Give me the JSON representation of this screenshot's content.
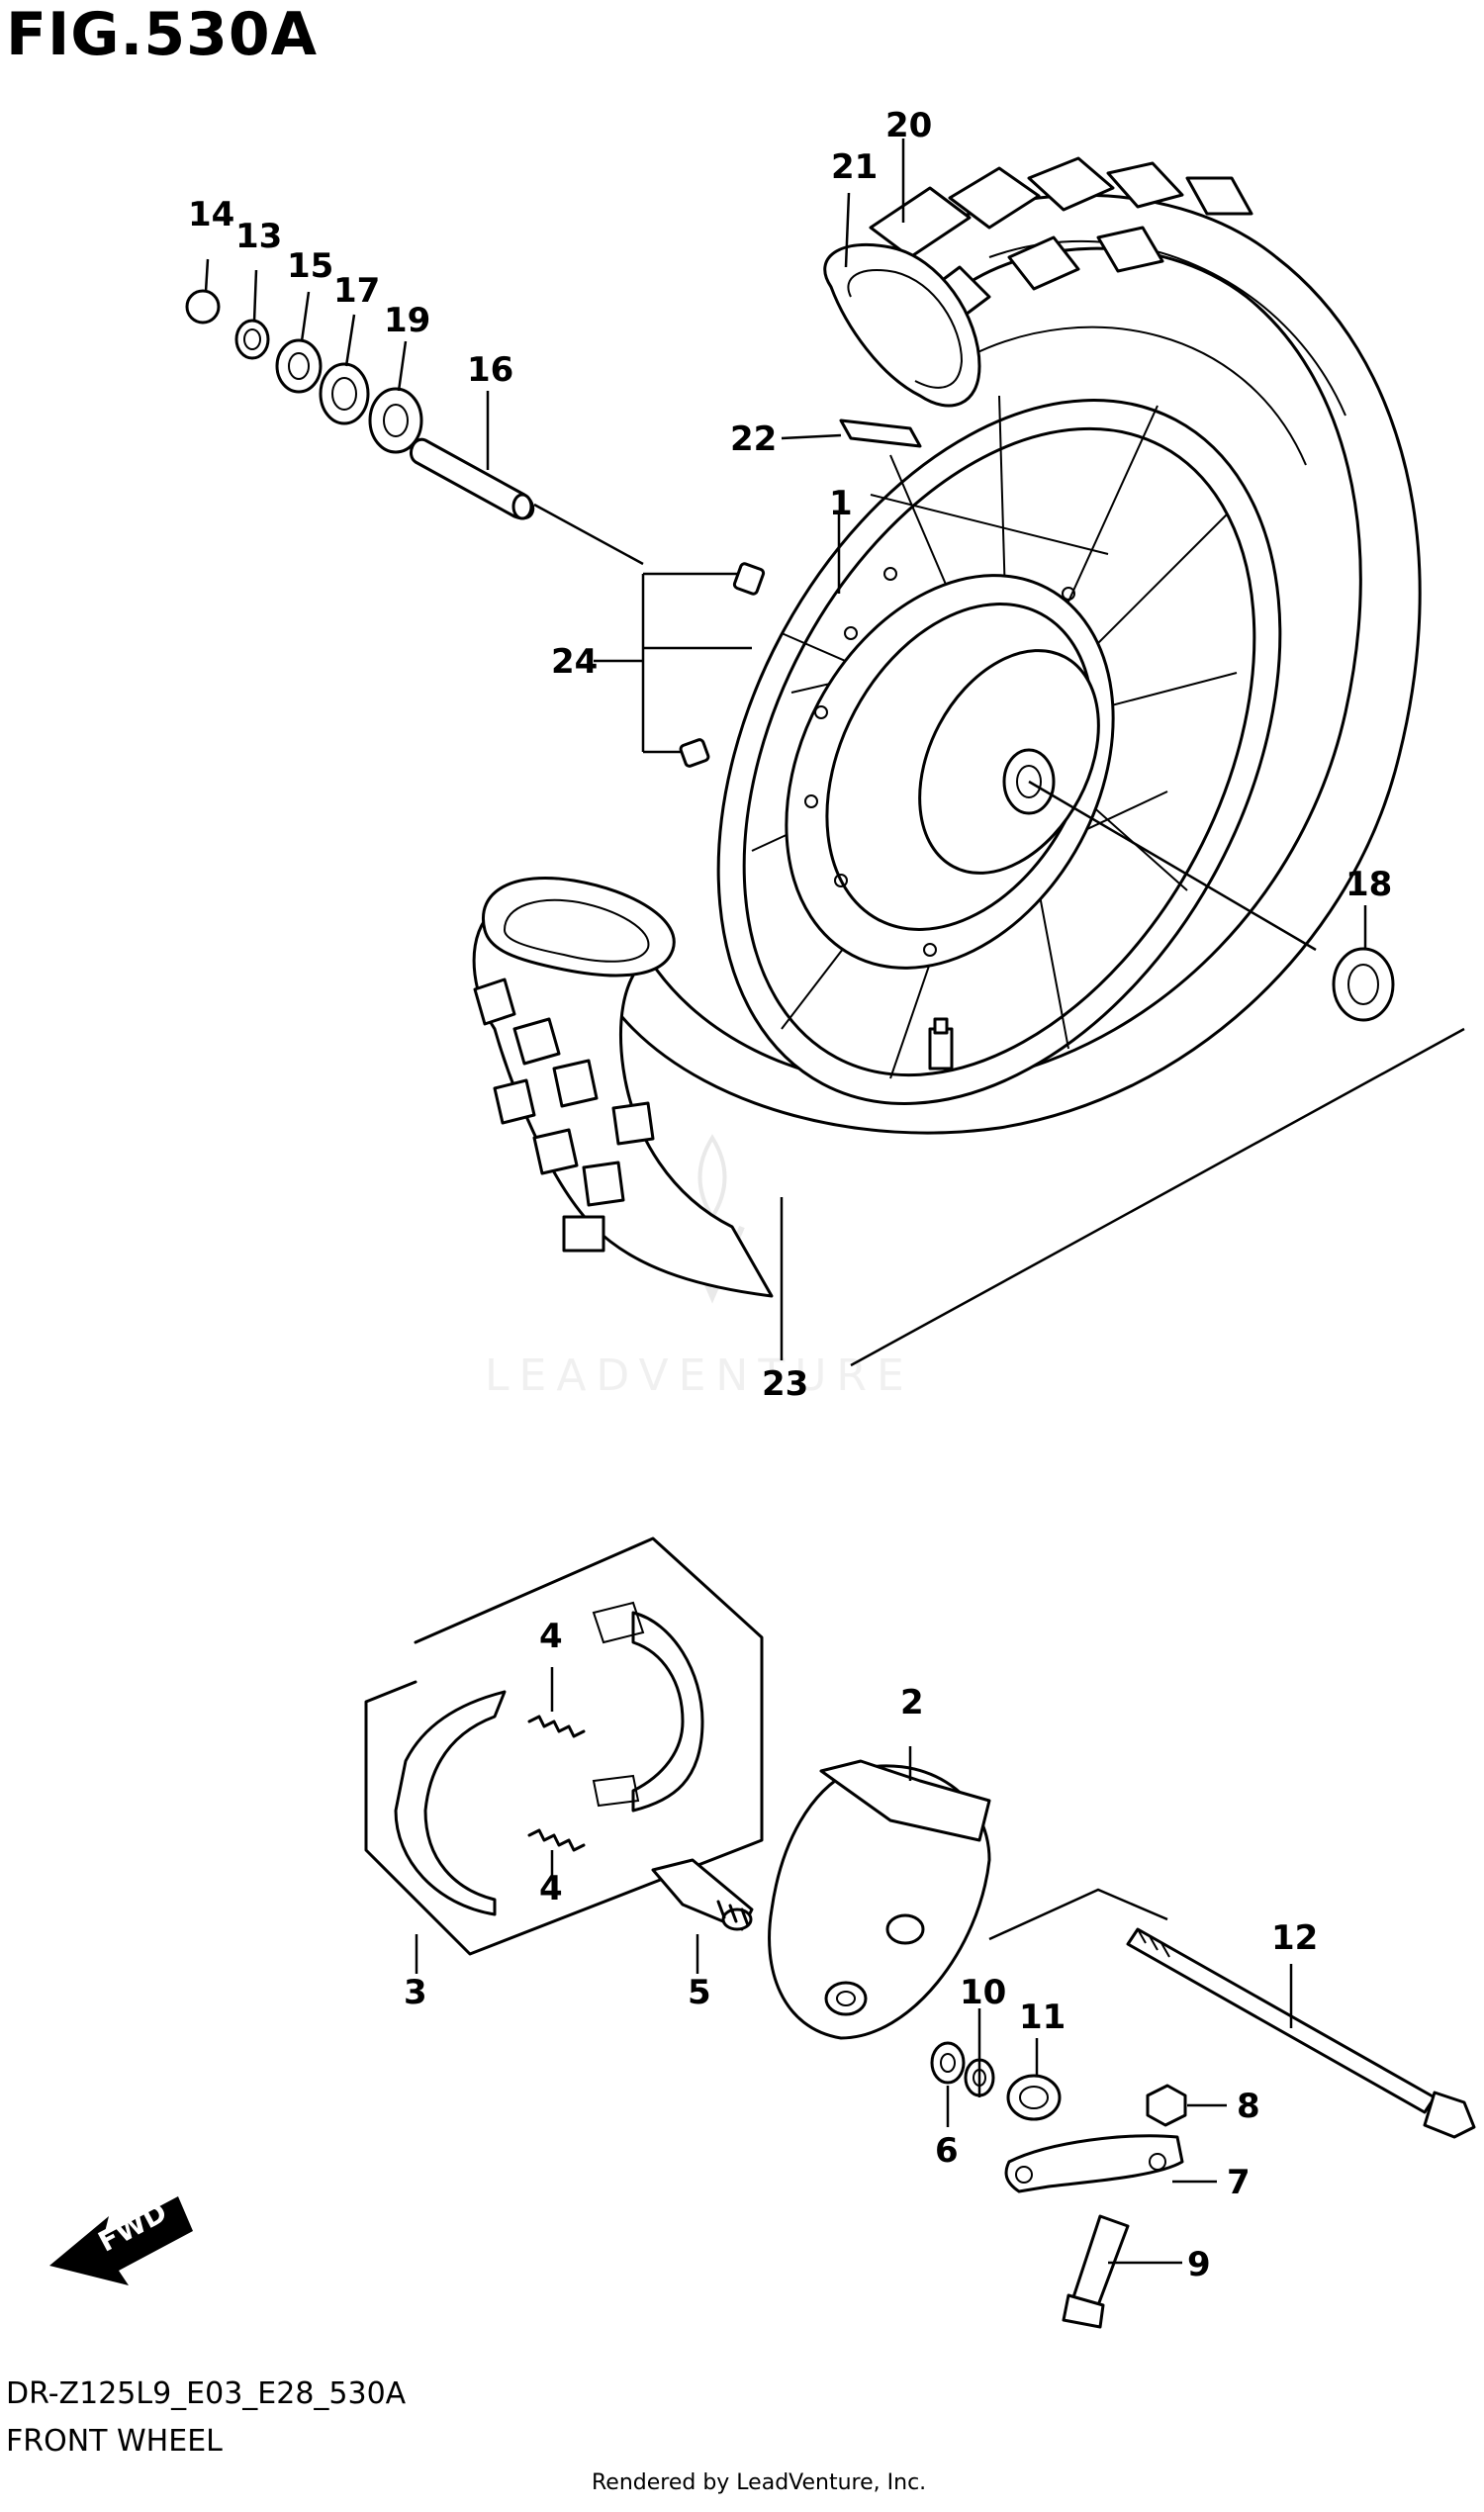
{
  "figure": {
    "title": "FIG.530A",
    "model_code": "DR-Z125L9_E03_E28_530A",
    "section_name": "FRONT WHEEL",
    "render_credit": "Rendered by LeadVenture, Inc.",
    "watermark": "LEADVENTURE",
    "fwd_label": "FWD"
  },
  "callouts": {
    "c1": "1",
    "c2": "2",
    "c3": "3",
    "c4a": "4",
    "c4b": "4",
    "c5": "5",
    "c6": "6",
    "c7": "7",
    "c8": "8",
    "c9": "9",
    "c10": "10",
    "c11": "11",
    "c12": "12",
    "c13": "13",
    "c14": "14",
    "c15": "15",
    "c16": "16",
    "c17": "17",
    "c18": "18",
    "c19": "19",
    "c20": "20",
    "c21": "21",
    "c22": "22",
    "c23": "23",
    "c24": "24"
  },
  "colors": {
    "ink": "#000000",
    "background": "#ffffff",
    "watermark": "#e5e5e5"
  }
}
